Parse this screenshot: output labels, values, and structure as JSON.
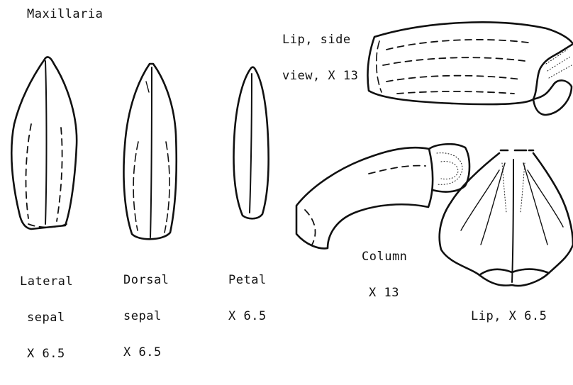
{
  "title": "Maxillaria",
  "labels": {
    "lateral_sepal": {
      "line1": "Lateral",
      "line2": "sepal",
      "line3": "X 6.5"
    },
    "dorsal_sepal": {
      "line1": "Dorsal",
      "line2": "sepal",
      "line3": "X 6.5"
    },
    "petal": {
      "line1": "Petal",
      "line2": "X 6.5"
    },
    "lip_side": {
      "line1": "Lip, side",
      "line2": "view, X 13"
    },
    "column": {
      "line1": "Column",
      "line2": "X 13"
    },
    "lip_front": {
      "line1": "Lip, X 6.5"
    }
  }
}
